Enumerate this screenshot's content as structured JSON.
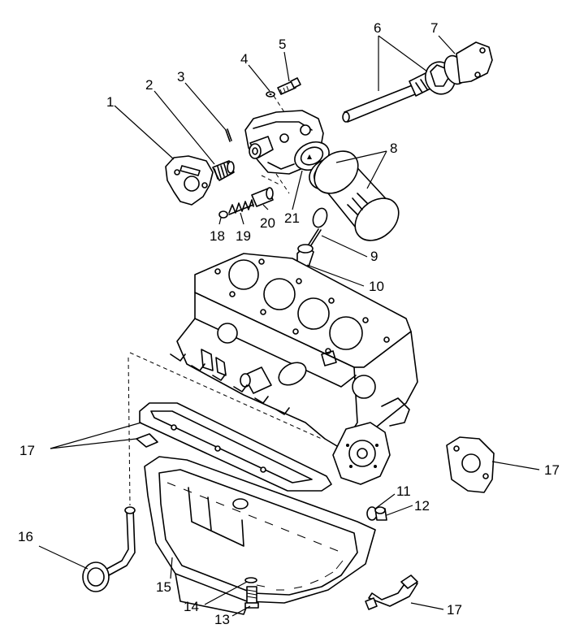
{
  "callouts": [
    {
      "id": "c1",
      "text": "1"
    },
    {
      "id": "c2",
      "text": "2"
    },
    {
      "id": "c3",
      "text": "3"
    },
    {
      "id": "c4",
      "text": "4"
    },
    {
      "id": "c5",
      "text": "5"
    },
    {
      "id": "c6",
      "text": "6"
    },
    {
      "id": "c7",
      "text": "7"
    },
    {
      "id": "c8",
      "text": "8"
    },
    {
      "id": "c9",
      "text": "9"
    },
    {
      "id": "c10",
      "text": "10"
    },
    {
      "id": "c11",
      "text": "11"
    },
    {
      "id": "c12",
      "text": "12"
    },
    {
      "id": "c13",
      "text": "13"
    },
    {
      "id": "c14",
      "text": "14"
    },
    {
      "id": "c15",
      "text": "15"
    },
    {
      "id": "c16",
      "text": "16"
    },
    {
      "id": "c17a",
      "text": "17"
    },
    {
      "id": "c17b",
      "text": "17"
    },
    {
      "id": "c17c",
      "text": "17"
    },
    {
      "id": "c18",
      "text": "18"
    },
    {
      "id": "c19",
      "text": "19"
    },
    {
      "id": "c20",
      "text": "20"
    },
    {
      "id": "c21",
      "text": "21"
    }
  ]
}
